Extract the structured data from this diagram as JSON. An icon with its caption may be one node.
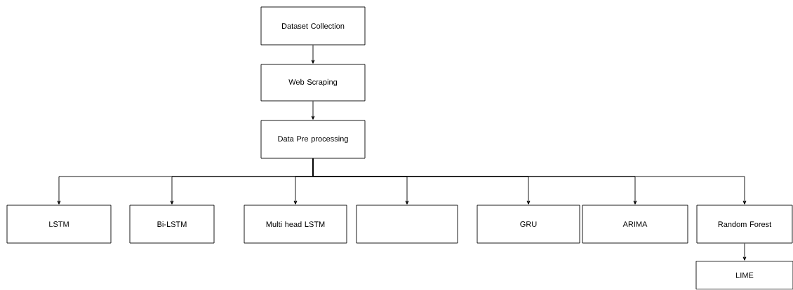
{
  "diagram": {
    "nodes": [
      {
        "text": [
          "Dataset Collection"
        ]
      },
      {
        "text": [
          "Web Scraping"
        ]
      },
      {
        "text": [
          "Data Pre processing"
        ]
      },
      {
        "text": [
          "LSTM"
        ]
      },
      {
        "text": [
          "Bi-LSTM"
        ]
      },
      {
        "text": [
          "Multi head LSTM"
        ]
      },
      {
        "text": [],
        "shape": "box"
      },
      {
        "text": [
          "GRU"
        ]
      },
      {
        "text": [
          "ARIMA"
        ]
      },
      {
        "text": [
          "Random Forest"
        ]
      },
      {
        "text": [
          "LIME"
        ]
      }
    ],
    "edges": [
      {
        "from": 0,
        "to": 1,
        "arrow": "to"
      },
      {
        "from": 1,
        "to": 2,
        "arrow": "to"
      },
      {
        "from": 2,
        "to": 3,
        "arrow": "to"
      },
      {
        "from": 2,
        "to": 4,
        "arrow": "to"
      },
      {
        "from": 2,
        "to": 5,
        "arrow": "to"
      },
      {
        "from": 2,
        "to": 6,
        "arrow": "to"
      },
      {
        "from": 2,
        "to": 7,
        "arrow": "to"
      },
      {
        "from": 2,
        "to": 8,
        "arrow": "to"
      },
      {
        "from": 2,
        "to": 9,
        "arrow": "to"
      },
      {
        "from": 9,
        "to": 10,
        "arrow": "to"
      }
    ]
  }
}
